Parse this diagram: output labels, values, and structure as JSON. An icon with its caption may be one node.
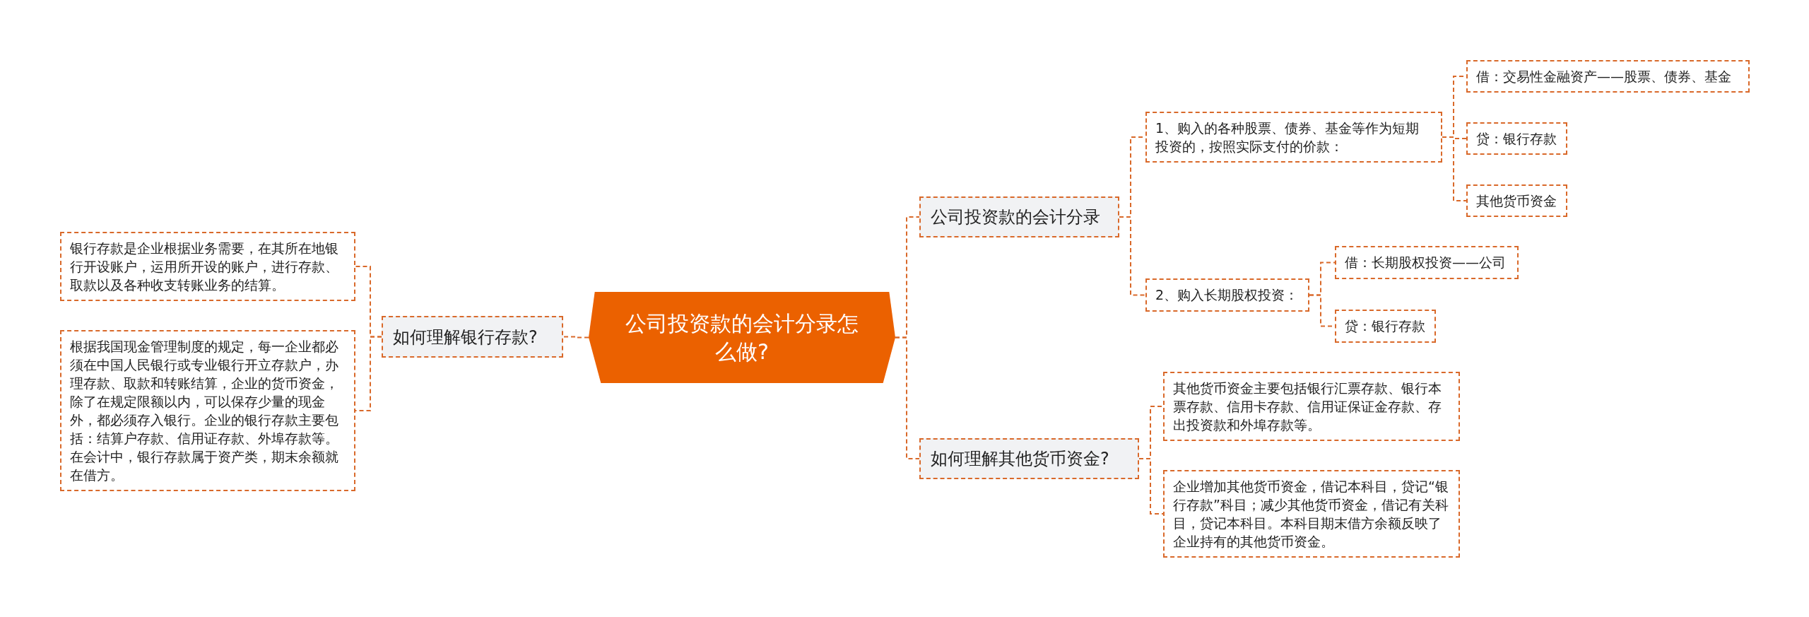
{
  "diagram": {
    "nodes": [
      {
        "text": [
          "公司投资款的会计分录怎么做?"
        ]
      },
      {
        "text": [
          "公司投资款的会计分录"
        ]
      },
      {
        "text": [
          "1、购入的各种股票、债券、基金等作为短期投资的，按照实际支付的价款："
        ]
      },
      {
        "text": [
          "借：交易性金融资产——股票、债券、基金"
        ]
      },
      {
        "text": [
          "贷：银行存款"
        ]
      },
      {
        "text": [
          "其他货币资金"
        ]
      },
      {
        "text": [
          "2、购入长期股权投资："
        ]
      },
      {
        "text": [
          "借：长期股权投资——公司"
        ]
      },
      {
        "text": [
          "贷：银行存款"
        ]
      },
      {
        "text": [
          "如何理解其他货币资金?"
        ]
      },
      {
        "text": [
          "其他货币资金主要包括银行汇票存款、银行本票存款、信用卡存款、信用证保证金存款、存出投资款和外埠存款等。"
        ]
      },
      {
        "text": [
          "企业增加其他货币资金，借记本科目，贷记“银行存款”科目；减少其他货币资金，借记有关科目，贷记本科目。本科目期末借方余额反映了企业持有的其他货币资金。"
        ]
      },
      {
        "text": [
          "如何理解银行存款?"
        ]
      },
      {
        "text": [
          "银行存款是企业根据业务需要，在其所在地银行开设账户，运用所开设的账户，进行存款、取款以及各种收支转账业务的结算。"
        ]
      },
      {
        "text": [
          "根据我国现金管理制度的规定，每一企业都必须在中国人民银行或专业银行开立存款户，办理存款、取款和转账结算，企业的货币资金，除了在规定限额以内，可以保存少量的现金外，都必须存入银行。企业的银行存款主要包括：结算户存款、信用证存款、外埠存款等。在会计中，银行存款属于资产类，期末余额就在借方。"
        ]
      }
    ],
    "edges": [
      {
        "from": 0,
        "to": 1,
        "arrow": "none"
      },
      {
        "from": 1,
        "to": 2,
        "arrow": "none"
      },
      {
        "from": 2,
        "to": 3,
        "arrow": "none"
      },
      {
        "from": 2,
        "to": 4,
        "arrow": "none"
      },
      {
        "from": 2,
        "to": 5,
        "arrow": "none"
      },
      {
        "from": 1,
        "to": 6,
        "arrow": "none"
      },
      {
        "from": 6,
        "to": 7,
        "arrow": "none"
      },
      {
        "from": 6,
        "to": 8,
        "arrow": "none"
      },
      {
        "from": 0,
        "to": 9,
        "arrow": "none"
      },
      {
        "from": 9,
        "to": 10,
        "arrow": "none"
      },
      {
        "from": 9,
        "to": 11,
        "arrow": "none"
      },
      {
        "from": 0,
        "to": 12,
        "arrow": "none"
      },
      {
        "from": 12,
        "to": 13,
        "arrow": "none"
      },
      {
        "from": 12,
        "to": 14,
        "arrow": "none"
      }
    ]
  }
}
